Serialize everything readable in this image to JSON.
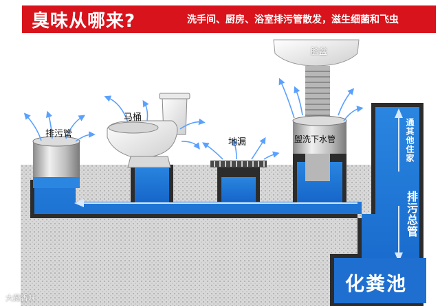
{
  "header": {
    "title": "臭味从哪来?",
    "subtitle": "洗手间、厨房、浴室排污管散发，滋生细菌和飞虫"
  },
  "labels": {
    "basin": "脸盆",
    "toilet": "马桶",
    "sewer_pipe": "排污管",
    "floor_drain": "地漏",
    "basin_drain": "盥洗下水管",
    "main_pipe": "排污总管",
    "neighbors": "通其他住家",
    "septic_tank": "化粪池"
  },
  "watermark": "大藏香味"
}
